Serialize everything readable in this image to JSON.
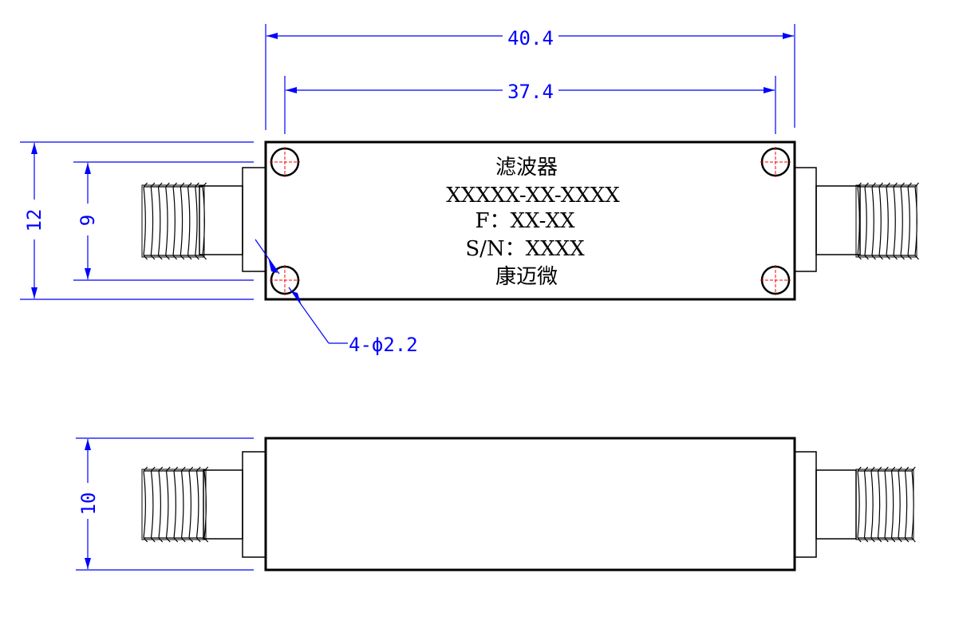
{
  "dimensions": {
    "overall_length": "40.4",
    "hole_spacing": "37.4",
    "body_height": "12",
    "connector_height": "9",
    "side_height": "10",
    "hole_callout": "4-ϕ2.2"
  },
  "label": {
    "line1": "滤波器",
    "line2": "XXXXX-XX-XXXX",
    "line3": "F：XX-XX",
    "line4": "S/N：XXXX",
    "line5": "康迈微"
  },
  "colors": {
    "outline": "#000000",
    "dimension": "#0000ff",
    "centerline": "#ff0000"
  }
}
